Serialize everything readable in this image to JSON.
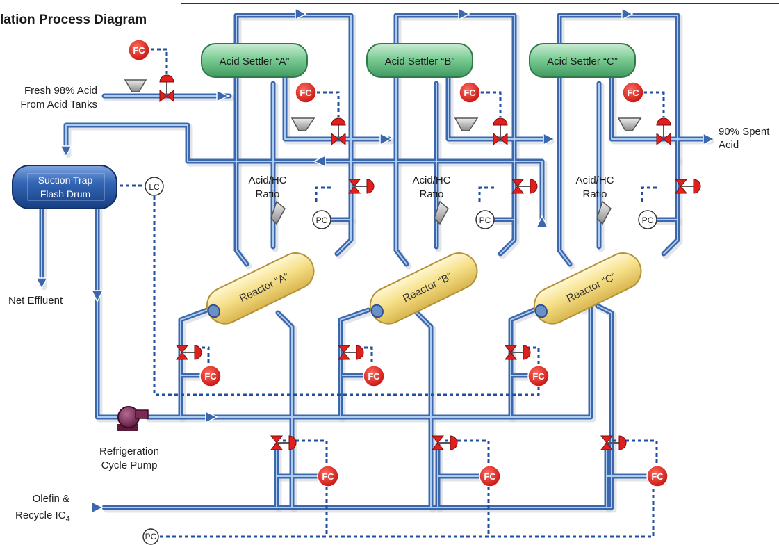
{
  "title": "lation Process Diagram",
  "settlers": [
    {
      "label": "Acid Settler “A”"
    },
    {
      "label": "Acid Settler “B”"
    },
    {
      "label": "Acid Settler “C”"
    }
  ],
  "reactors": [
    {
      "label": "Reactor “A”"
    },
    {
      "label": "Reactor “B”"
    },
    {
      "label": "Reactor “C”"
    }
  ],
  "drum": {
    "line1": "Suction Trap",
    "line2": "Flash Drum"
  },
  "streams": {
    "fresh_acid_1": "Fresh 98% Acid",
    "fresh_acid_2": "From Acid Tanks",
    "spent_acid_1": "90% Spent",
    "spent_acid_2": "Acid",
    "net_effluent": "Net Effluent",
    "pump_1": "Refrigeration",
    "pump_2": "Cycle Pump",
    "olefin_1": "Olefin &",
    "olefin_2": "Recycle IC",
    "olefin_sub": "4"
  },
  "ratio": {
    "line1": "Acid/HC",
    "line2": "Ratio"
  },
  "instruments": {
    "fc": "FC",
    "pc": "PC",
    "lc": "LC"
  },
  "colors": {
    "pipe": "#3a67ad",
    "signal": "#1f4ea3",
    "controller": "#e0201c",
    "valve": "#e0201c",
    "settler": "#6cbf87",
    "reactor": "#f3dc82",
    "drum": "#2b5aa6",
    "pump": "#7a2a55"
  }
}
